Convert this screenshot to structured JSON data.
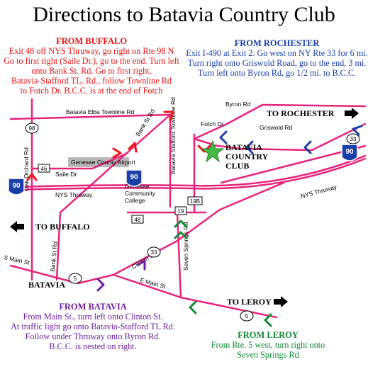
{
  "title": "Directions to Batavia Country Club",
  "directions": {
    "buffalo": {
      "heading": "FROM BUFFALO",
      "lines": [
        "Exit 48 off NYS Thruway, go right on Rte 98 N",
        "Go to first right (Saile Dr.), go to the end. Turn left",
        "onto Bank St. Rd. Go to first right,",
        "Batavia-Stafford TL. Rd., follow Townline Rd",
        "to Fotch Dr. B.C.C. is at the end of Fotch"
      ]
    },
    "rochester": {
      "heading": "FROM ROCHESTER",
      "lines": [
        "Exit I-490 at Exit 2. Go west on NY Rte 33 for 6 mi.",
        "Turn right onto Griswold Road, go to the end, 3 mi.",
        "Turn left onto Byron Rd, go 1/2 mi. to B.C.C."
      ]
    },
    "batavia": {
      "heading": "FROM BATAVIA",
      "lines": [
        "From Main St., turn left onto Clinton St.",
        "At traffic light go onto Batavia-Stafford TL Rd.",
        "Follow under Thruway onto Byron Rd.",
        "B.C.C. is nested on right."
      ]
    },
    "leroy": {
      "heading": "FROM LEROY",
      "lines": [
        "From Rte. 5 west, turn right onto",
        "Seven Springs Rd"
      ]
    }
  },
  "map": {
    "destination": [
      "BATAVIA",
      "COUNTRY",
      "CLUB"
    ],
    "city": "BATAVIA",
    "to_labels": {
      "rochester": "TO ROCHESTER",
      "buffalo": "TO BUFFALO",
      "leroy": "TO LEROY"
    },
    "roads": {
      "batavia_elba": "Batavia Elba Townline Rd",
      "bank_st_top": "Bank St Rd",
      "bank_st_bottom": "Bank St Rd",
      "batavia_stafford": "Batavia Stafford Townline Rd",
      "fotch": "Fotch Dr",
      "byron": "Byron Rd",
      "griswold": "Griswold Rd",
      "oak_orchard": "Oak Orchard Rd",
      "saile": "Saile Dr",
      "airport": "Genesee County Airport",
      "college": [
        "Genesee",
        "Community",
        "College"
      ],
      "nys_thruway_left": "NYS Thruway",
      "nys_thruway_right": "NYS Thruway",
      "clinton": "Clinton St",
      "seven_springs": "Seven Springs Rd",
      "s_main": "S Main St",
      "e_main": "E Main St"
    },
    "shields": {
      "rte98": "98",
      "rte46": "46",
      "i90_left": "90",
      "i90_mid": "90",
      "i90_right": "90",
      "rte48": "48",
      "rte19": "19",
      "rte19b": "19B",
      "rte33_top": "33",
      "rte33_mid": "33",
      "rte5_left": "5",
      "rte5_right": "5"
    },
    "colors": {
      "road": "#e8237a",
      "buffalo": "#ee1111",
      "rochester": "#1a3fa8",
      "batavia": "#6a1fa0",
      "leroy": "#118833",
      "star": "#44bb44",
      "airport": "#b8b8b8",
      "i90_shield": "#1a3fa8"
    }
  }
}
